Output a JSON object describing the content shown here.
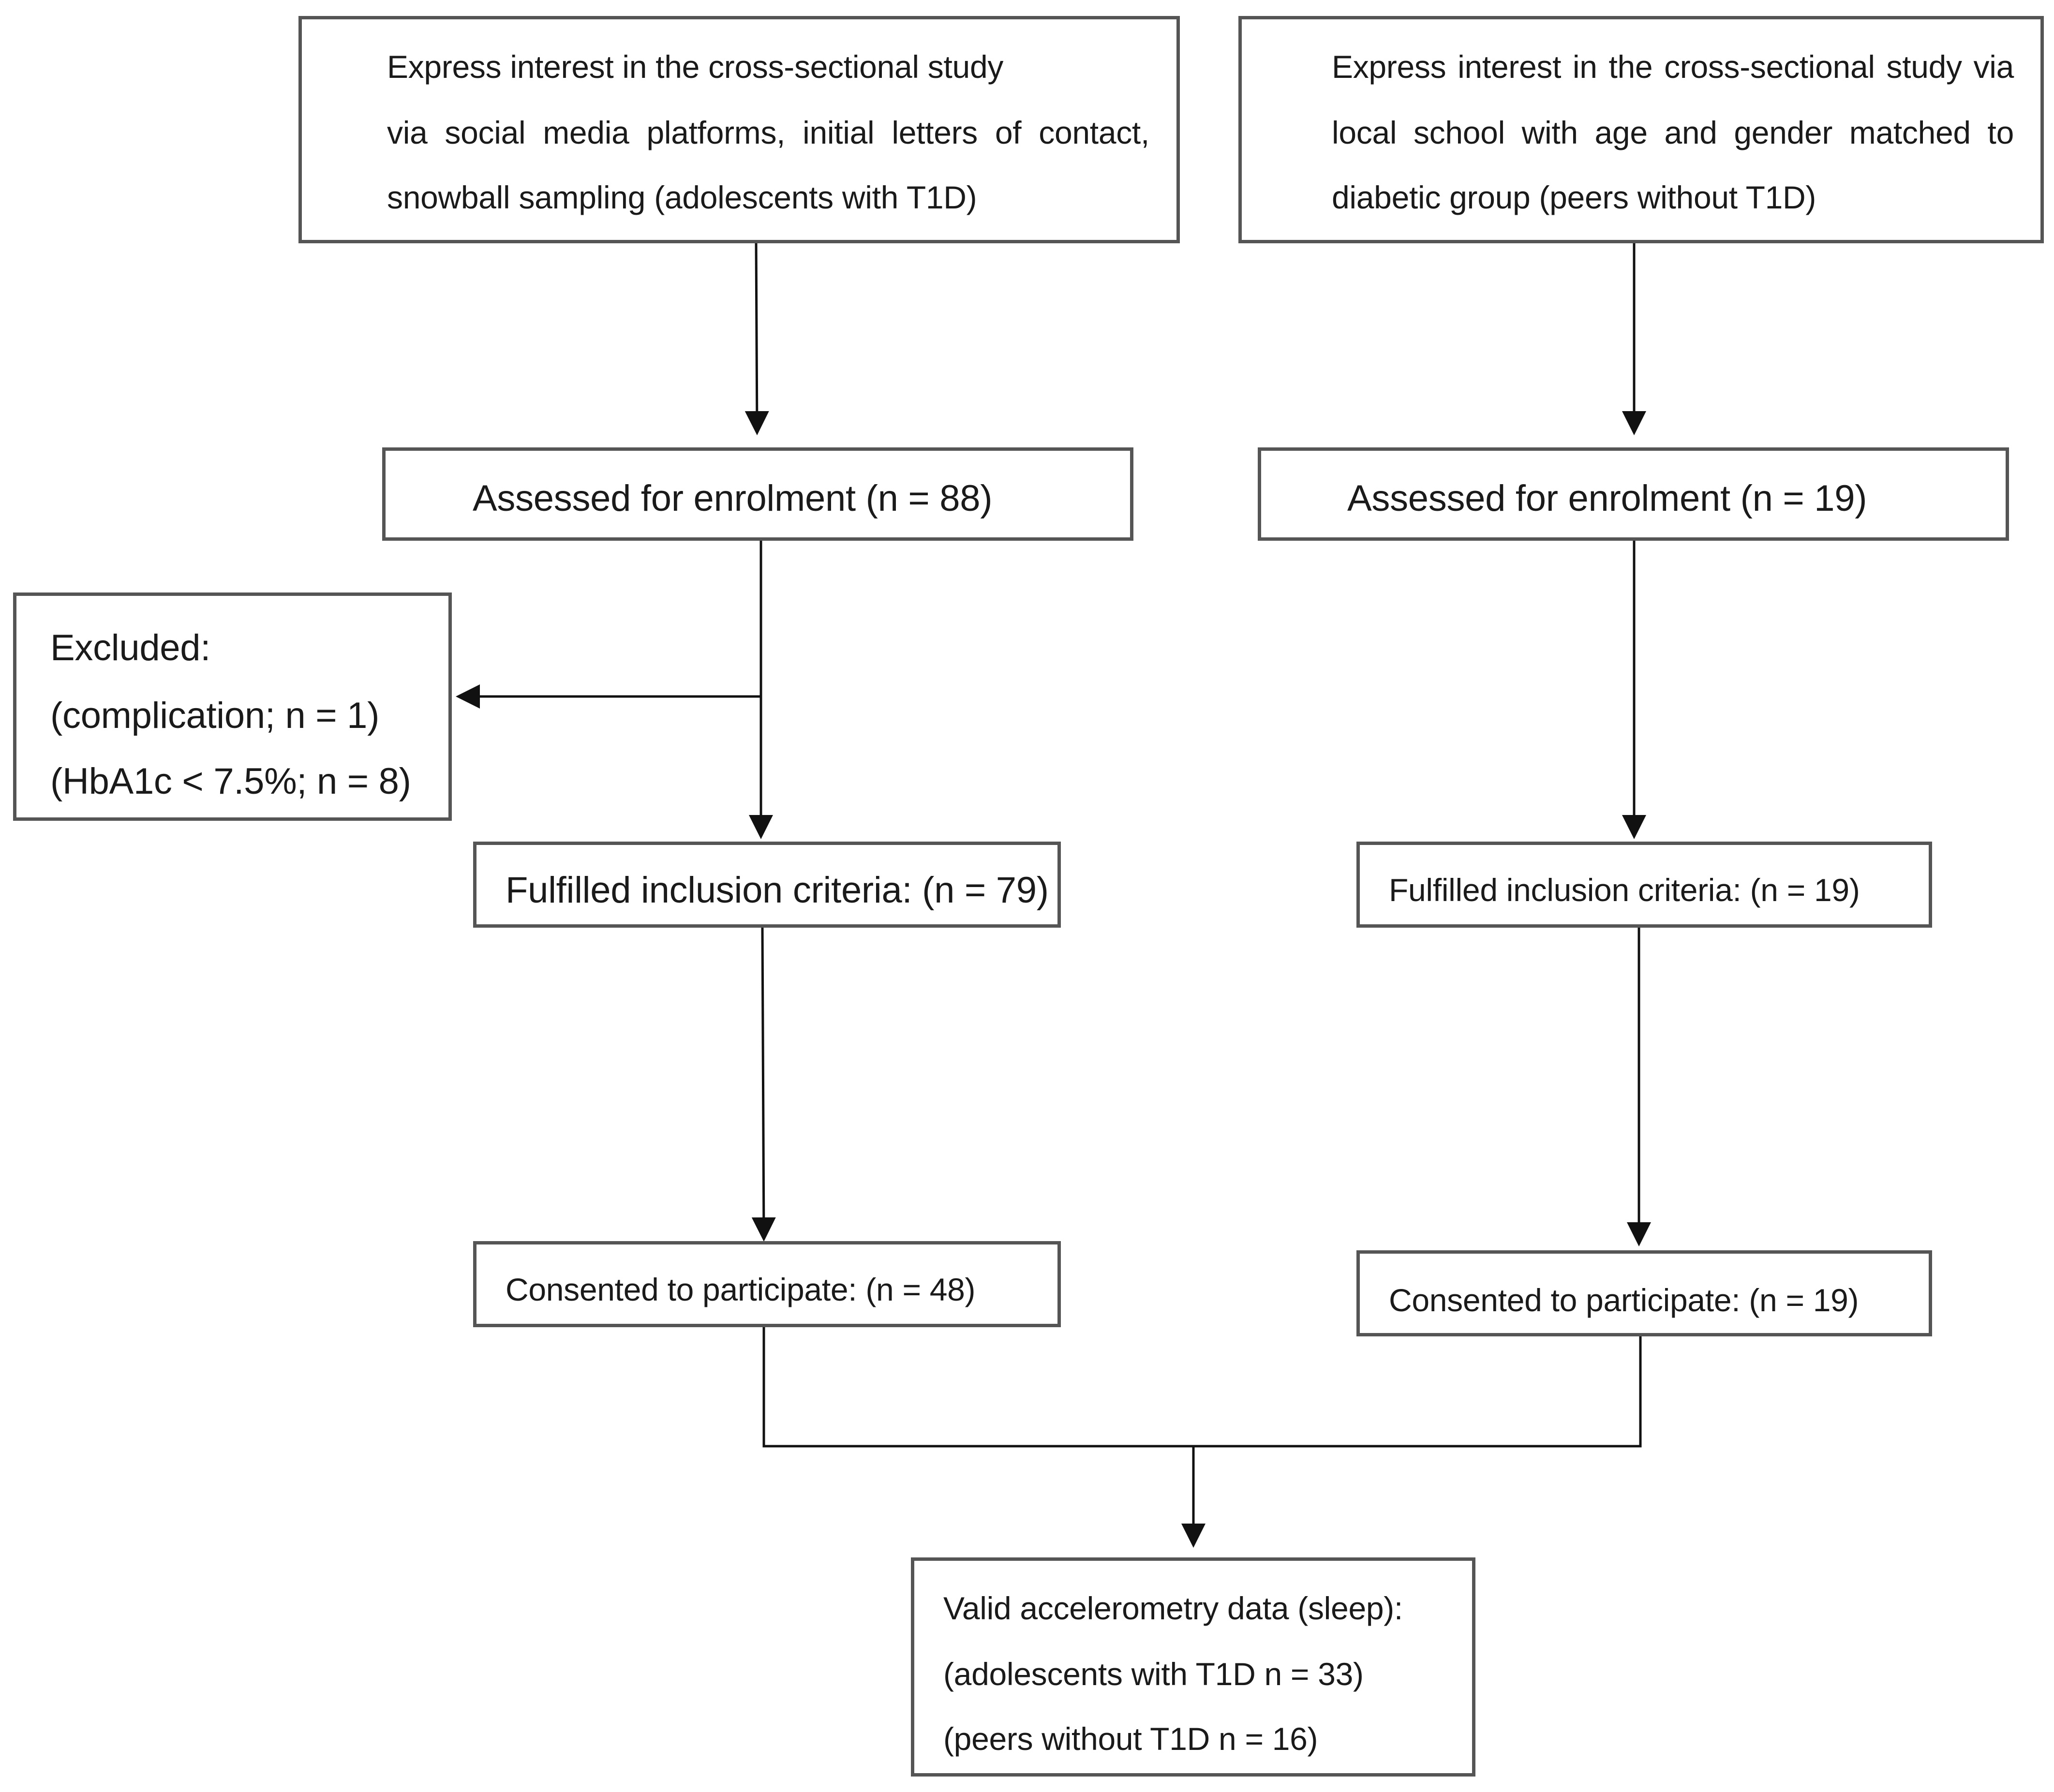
{
  "boxes": {
    "t1d_interest": [
      "Express interest in the cross-sectional study",
      "via social media platforms, initial letters of contact,",
      "snowball sampling (adolescents with T1D)"
    ],
    "peer_interest": [
      "Express interest in the cross-sectional study via",
      "local school with age and gender matched to",
      "diabetic group (peers without T1D)"
    ],
    "t1d_assessed": "Assessed for enrolment (n = 88)",
    "peer_assessed": "Assessed for enrolment (n = 19)",
    "excluded": [
      "Excluded:",
      "(complication; n = 1)",
      "(HbA1c < 7.5%; n = 8)"
    ],
    "t1d_fulfilled": "Fulfilled inclusion criteria: (n = 79)",
    "peer_fulfilled": "Fulfilled inclusion criteria: (n = 19)",
    "t1d_consented": "Consented to participate: (n = 48)",
    "peer_consented": "Consented to participate: (n = 19)",
    "valid": [
      "Valid accelerometry data (sleep):",
      "(adolescents with T1D n = 33)",
      "(peers without T1D n = 16)"
    ]
  }
}
